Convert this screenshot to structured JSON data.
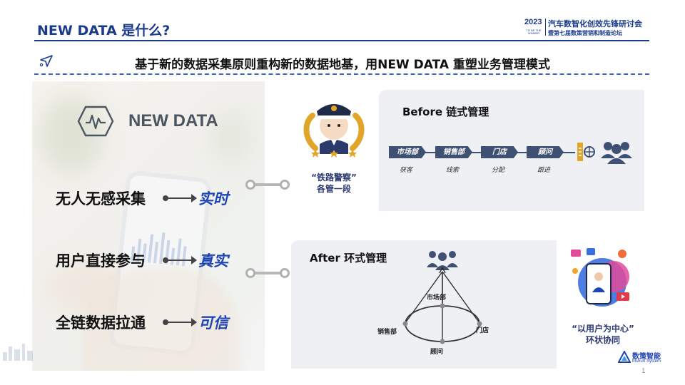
{
  "header": {
    "title": "NEW DATA 是什么?",
    "event_year": "2023",
    "event_year_sub": "TO BE THE WINNER",
    "event_line1": "汽车数智化创效先锋研讨会",
    "event_line2": "暨第七届数策营销和制造论坛"
  },
  "subtitle": "基于新的数据采集原则重构新的数据地基，用NEW DATA 重塑业务管理模式",
  "left": {
    "brand": "NEW DATA",
    "features": [
      {
        "left": "无人无感采集",
        "right": "实时"
      },
      {
        "left": "用户直接参与",
        "right": "真实"
      },
      {
        "left": "全链数据拉通",
        "right": "可信"
      }
    ]
  },
  "police": {
    "caption1": "“铁路警察”",
    "caption2": "各管一段"
  },
  "before": {
    "title": "Before 链式管理",
    "steps": [
      {
        "tag": "市场部",
        "sub": "获客"
      },
      {
        "tag": "销售部",
        "sub": "线索"
      },
      {
        "tag": "门店",
        "sub": "分配"
      },
      {
        "tag": "顾问",
        "sub": "跟进"
      }
    ]
  },
  "after": {
    "title": "After 环式管理",
    "nodes": [
      "市场部",
      "销售部",
      "门店",
      "顾问"
    ]
  },
  "social": {
    "caption1": "“以用户为中心”",
    "caption2": "环状协同"
  },
  "footer": {
    "brand_name": "数策智能",
    "brand_en": "Mshurt System",
    "page_number": "1"
  },
  "colors": {
    "primary": "#1a3a8a",
    "accent": "#1f44b4",
    "tag": "#3f5173",
    "panel": "#eef0f3"
  },
  "icons": [
    "paper-plane-icon",
    "new-data-hex-icon",
    "police-badge-icon",
    "gate-icon",
    "crowd-icon",
    "social-media-icon",
    "brand-logo-icon"
  ]
}
